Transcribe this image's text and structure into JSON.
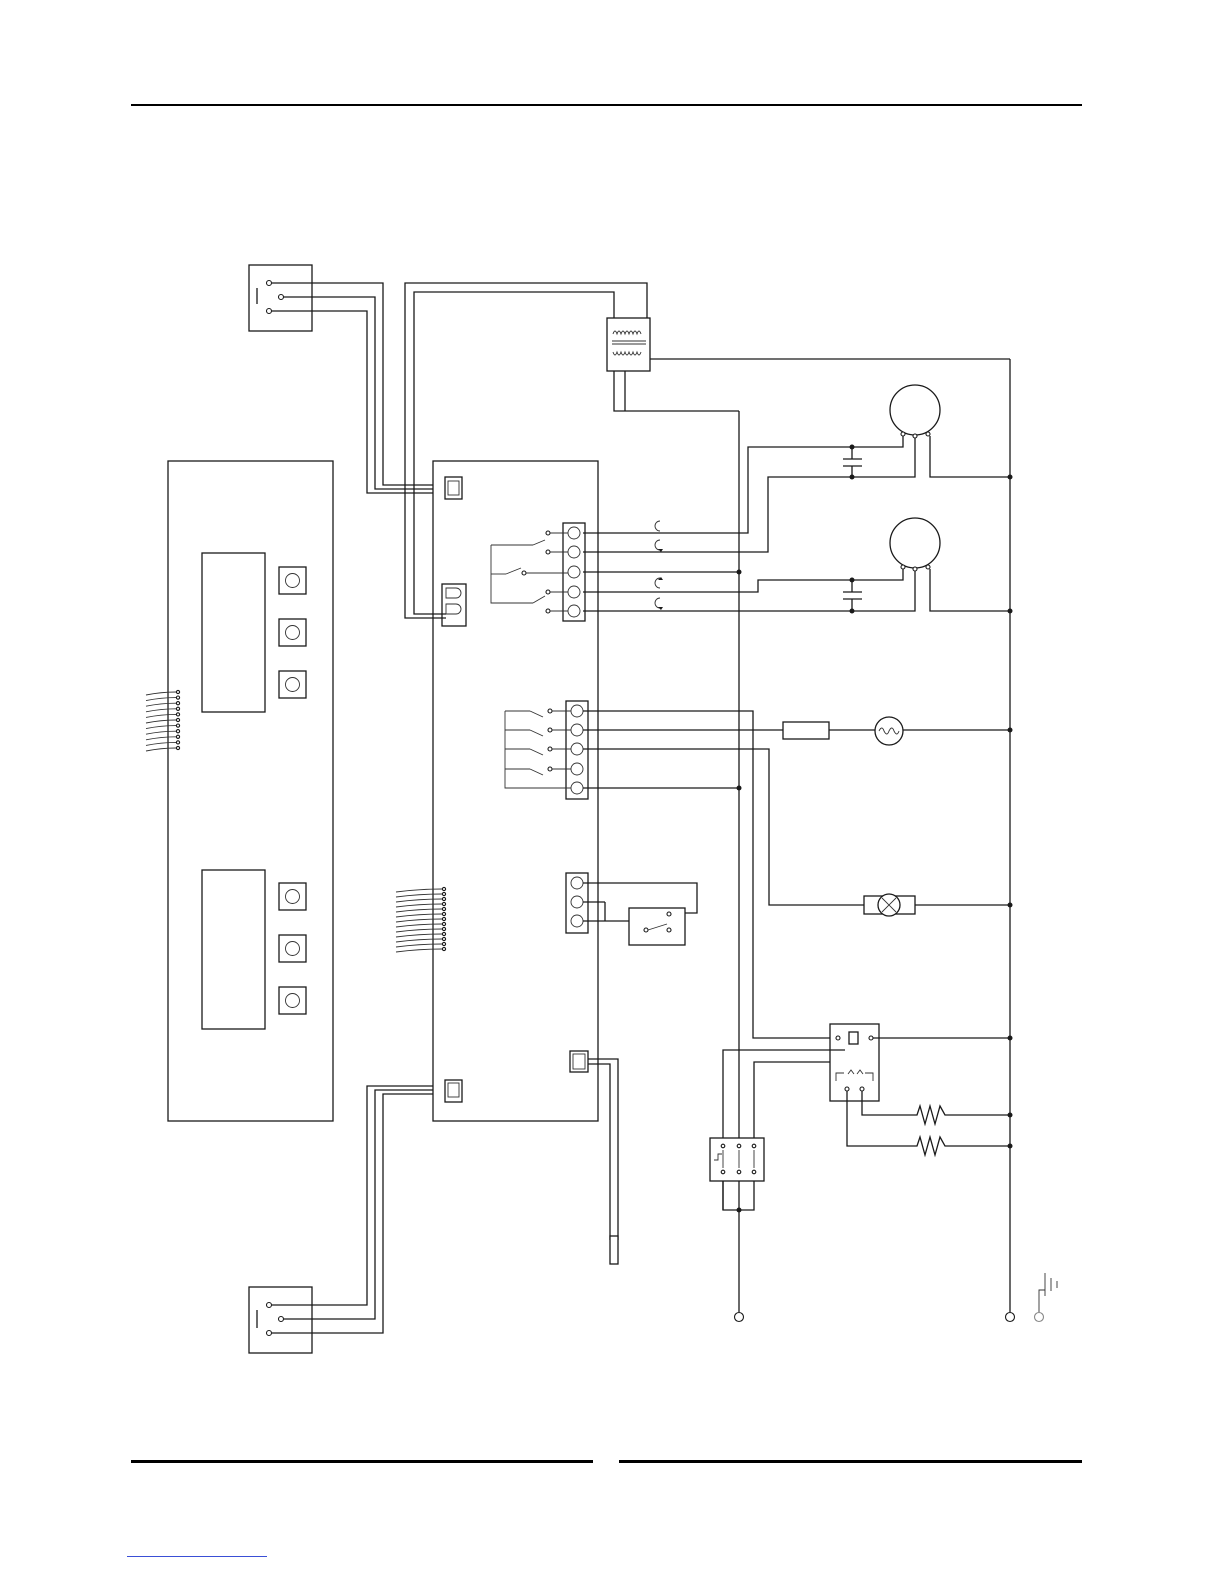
{
  "page": {
    "background": "#ffffff",
    "line_color": "#1a1a1a"
  },
  "diagram": {
    "kind": "wiring-schematic",
    "labels": [],
    "components": [
      "door-switch-top",
      "door-switch-bottom",
      "display-control-panel",
      "main-control-board",
      "transformer",
      "motor-1",
      "motor-2",
      "run-capacitor-1",
      "run-capacitor-2",
      "fuse",
      "oven-lamp",
      "light-indicator",
      "relay-module",
      "contactor",
      "heating-element-1",
      "heating-element-2",
      "temperature-probe",
      "line-terminal",
      "neutral-terminal",
      "ground-terminal"
    ]
  }
}
